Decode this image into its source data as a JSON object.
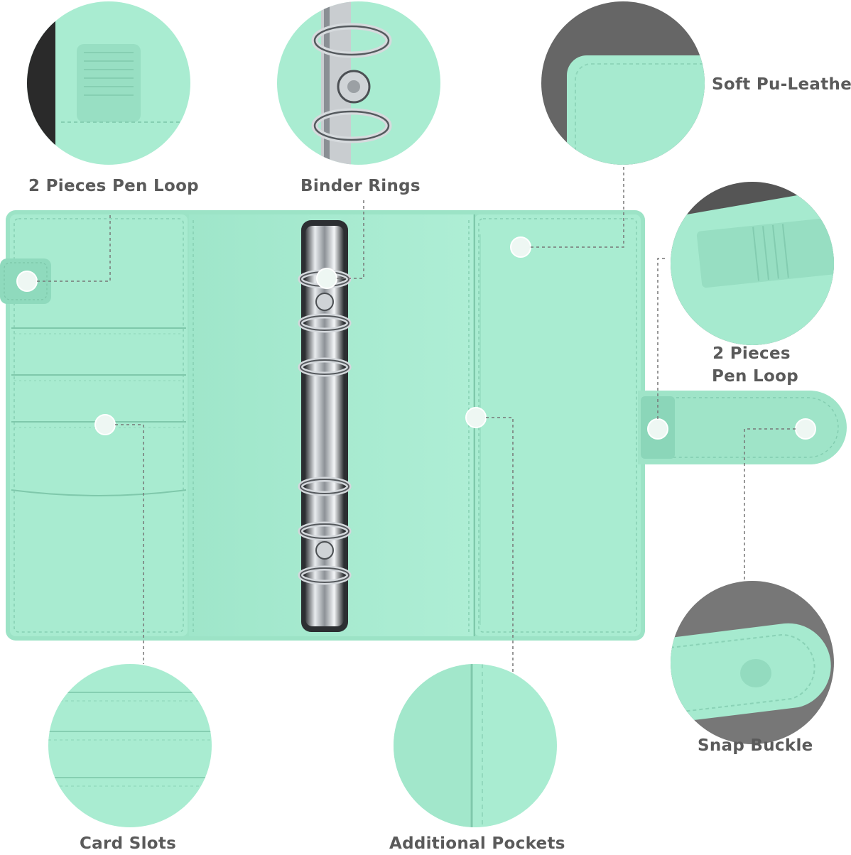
{
  "labels": {
    "pen_loop_left": "2 Pieces Pen Loop",
    "binder_rings": "Binder Rings",
    "soft_leather": "Soft Pu-Leather",
    "pen_loop_right_line1": "2 Pieces",
    "pen_loop_right_line2": "Pen Loop",
    "snap_buckle": "Snap Buckle",
    "card_slots": "Card Slots",
    "additional_pockets": "Additional Pockets"
  },
  "colors": {
    "mint": "#a6ead0",
    "mint_dark": "#8fd9bc",
    "mint_light": "#c0f1dd",
    "label_gray": "#5a5a5a",
    "leader_gray": "#777777",
    "metal": "#b8bcc0"
  }
}
